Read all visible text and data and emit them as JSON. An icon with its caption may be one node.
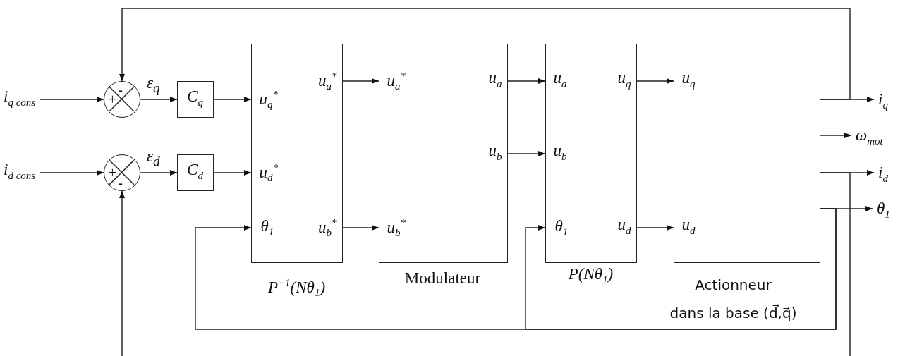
{
  "diagram": {
    "nodes": [
      {
        "text": [
          "i$_{q cons}$"
        ]
      },
      {
        "text": [
          "i$_{d cons}$"
        ]
      },
      {
        "text": [
          "+",
          "-"
        ]
      },
      {
        "text": [
          "+",
          "-"
        ]
      },
      {
        "text": [
          "C$_{q}$"
        ]
      },
      {
        "text": [
          "C$_{d}$"
        ]
      },
      {
        "text": [
          "u$_{q}$$^{*}$",
          "u$_{a}$$^{*}$",
          "u$_{d}$$^{*}$",
          "θ$_{1}$",
          "u$_{b}$$^{*}$",
          "P$^{−1}$(Nθ$_{1}$)"
        ]
      },
      {
        "text": [
          "u$_{a}$$^{*}$",
          "u$_{a}$",
          "u$_{b}$",
          "u$_{b}$$^{*}$",
          "Modulateur"
        ]
      },
      {
        "text": [
          "u$_{a}$",
          "u$_{q}$",
          "u$_{b}$",
          "θ$_{1}$",
          "u$_{d}$",
          "P(Nθ$_{1}$)"
        ]
      },
      {
        "text": [
          "u$_{q}$",
          "u$_{d}$",
          "Actionneur dans la base (d⃗,q⃗)"
        ]
      },
      {
        "text": [
          "i$_{q}$"
        ]
      },
      {
        "text": [
          "ω$_{mot}$"
        ]
      },
      {
        "text": [
          "i$_{d}$"
        ]
      },
      {
        "text": [
          "θ$_{1}$"
        ]
      }
    ],
    "edges": [
      {
        "from": 0,
        "to": 2,
        "arrow": "to"
      },
      {
        "from": 2,
        "to": 4,
        "arrow": "to",
        "label": "ε$_{q}$"
      },
      {
        "from": 4,
        "to": 6,
        "arrow": "to"
      },
      {
        "from": 1,
        "to": 3,
        "arrow": "to"
      },
      {
        "from": 3,
        "to": 5,
        "arrow": "to",
        "label": "ε$_{d}$"
      },
      {
        "from": 5,
        "to": 6,
        "arrow": "to"
      },
      {
        "from": 6,
        "to": 7,
        "arrow": "to"
      },
      {
        "from": 6,
        "to": 7,
        "arrow": "to"
      },
      {
        "from": 7,
        "to": 8,
        "arrow": "to"
      },
      {
        "from": 7,
        "to": 8,
        "arrow": "to"
      },
      {
        "from": 8,
        "to": 9,
        "arrow": "to"
      },
      {
        "from": 8,
        "to": 9,
        "arrow": "to"
      },
      {
        "from": 9,
        "to": 10,
        "arrow": "to"
      },
      {
        "from": 9,
        "to": 11,
        "arrow": "to"
      },
      {
        "from": 9,
        "to": 12,
        "arrow": "to"
      },
      {
        "from": 9,
        "to": 13,
        "arrow": "to"
      },
      {
        "from": 9,
        "to": 2,
        "arrow": "to"
      },
      {
        "from": 9,
        "to": 3,
        "arrow": "to"
      },
      {
        "from": 9,
        "to": 6,
        "arrow": "to"
      },
      {
        "from": 9,
        "to": 8,
        "arrow": "to"
      }
    ]
  }
}
